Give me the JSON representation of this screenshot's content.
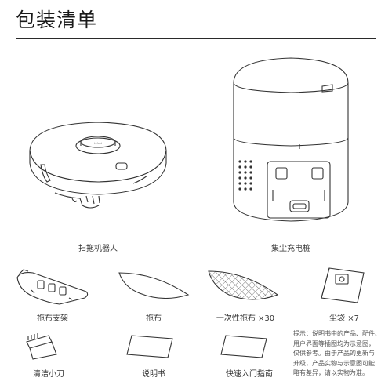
{
  "page": {
    "title": "包装清单"
  },
  "items": {
    "robot": {
      "label": "扫拖机器人"
    },
    "dock": {
      "label": "集尘充电桩"
    },
    "mop_bracket": {
      "label": "拖布支架"
    },
    "mop_cloth": {
      "label": "拖布"
    },
    "disposable_mop": {
      "label": "一次性拖布 ×30"
    },
    "dust_bag": {
      "label": "尘袋 ×7"
    },
    "cleaning_tool": {
      "label": "清洁小刀"
    },
    "manual": {
      "label": "说明书"
    },
    "quick_guide": {
      "label": "快速入门指南"
    }
  },
  "note": {
    "lines": [
      "提示：说明书中的产品、配件、",
      "用户界面等插图均为示意图，",
      "仅供参考。由于产品的更新与",
      "升级，产品实物与示意图可能",
      "略有差异，请以实物为准。"
    ]
  },
  "colors": {
    "line": "#333333",
    "text": "#222222"
  }
}
